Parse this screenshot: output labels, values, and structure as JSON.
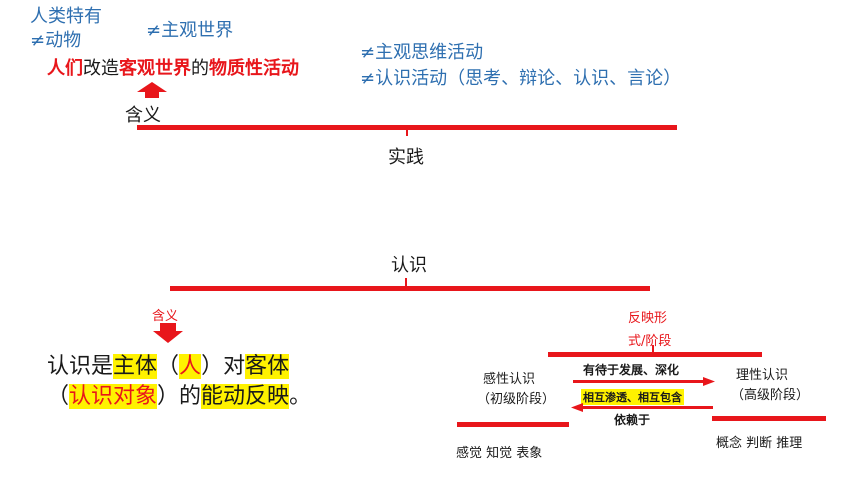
{
  "practice": {
    "human_specific": "人类特有",
    "not_animal": "≠动物",
    "not_objective_world": "≠主观世界",
    "def_part1": "人们",
    "def_part2": "改造",
    "def_part3": "客观世界",
    "def_part4": "的",
    "def_part5": "物质性活动",
    "not_subjective_thinking": "≠主观思维活动",
    "not_cognitive": "≠认识活动（思考、辩论、认识、言论）",
    "meaning_label": "含义",
    "title": "实践"
  },
  "cognition": {
    "title": "认识",
    "meaning_label": "含义",
    "def_part1": "认识是",
    "def_part2": "主体",
    "def_part3": "（",
    "def_part4": "人",
    "def_part5": "）对",
    "def_part6": "客体",
    "def_line2_part1": "（",
    "def_line2_part2": "认识对象",
    "def_line2_part3": "）的",
    "def_line2_part4": "能动反映",
    "def_line2_part5": "。",
    "form_label_line1": "反映形",
    "form_label_line2": "式/阶段",
    "perceptual_line1": "感性认识",
    "perceptual_line2": "（初级阶段）",
    "rational_line1": "理性认识",
    "rational_line2": "（高级阶段）",
    "relation_top": "有待于发展、深化",
    "relation_mid": "相互渗透、相互包含",
    "relation_bottom": "依赖于",
    "perceptual_forms": "感觉  知觉  表象",
    "rational_forms": "概念  判断  推理"
  },
  "colors": {
    "red": "#e8161b",
    "blue": "#2e6fb0",
    "highlight": "#fff200"
  }
}
